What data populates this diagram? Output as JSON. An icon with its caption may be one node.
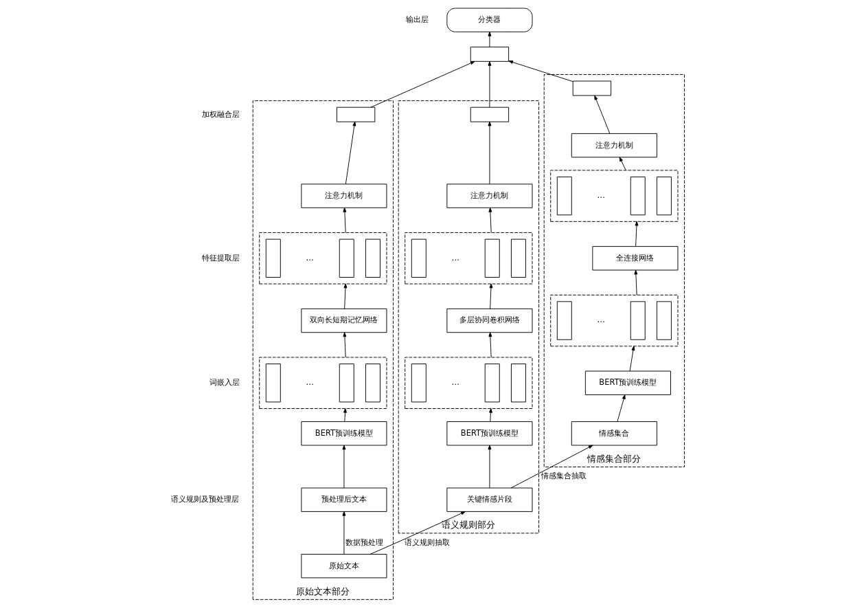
{
  "diagram": {
    "nodes": [
      {
        "text": [
          "分类器"
        ]
      },
      {
        "text": [],
        "shape": "box"
      },
      {
        "text": [
          "原始文本部分"
        ]
      },
      {
        "text": [],
        "shape": "box",
        "in": 2
      },
      {
        "text": [
          "注意力机制"
        ],
        "in": 2
      },
      {
        "text": [],
        "shape": "box",
        "in": 2
      },
      {
        "text": [],
        "shape": "bar",
        "in": 5
      },
      {
        "text": [],
        "shape": "bar",
        "in": 5
      },
      {
        "text": [],
        "shape": "bar",
        "in": 5
      },
      {
        "text": [
          "双向长短期记忆网络"
        ],
        "in": 2
      },
      {
        "text": [],
        "shape": "box",
        "in": 2
      },
      {
        "text": [],
        "shape": "bar",
        "in": 10
      },
      {
        "text": [],
        "shape": "bar",
        "in": 10
      },
      {
        "text": [],
        "shape": "bar",
        "in": 10
      },
      {
        "text": [
          "BERT预训练模型"
        ],
        "in": 2
      },
      {
        "text": [
          "预处理后文本"
        ],
        "in": 2
      },
      {
        "text": [
          "原始文本"
        ],
        "in": 2
      },
      {
        "text": [
          "语义规则部分"
        ]
      },
      {
        "text": [],
        "shape": "box",
        "in": 17
      },
      {
        "text": [
          "注意力机制"
        ],
        "in": 17
      },
      {
        "text": [],
        "shape": "box",
        "in": 17
      },
      {
        "text": [],
        "shape": "bar",
        "in": 20
      },
      {
        "text": [],
        "shape": "bar",
        "in": 20
      },
      {
        "text": [],
        "shape": "bar",
        "in": 20
      },
      {
        "text": [
          "多层协同卷积网络"
        ],
        "in": 17
      },
      {
        "text": [],
        "shape": "box",
        "in": 17
      },
      {
        "text": [],
        "shape": "bar",
        "in": 25
      },
      {
        "text": [],
        "shape": "bar",
        "in": 25
      },
      {
        "text": [],
        "shape": "bar",
        "in": 25
      },
      {
        "text": [
          "BERT预训练模型"
        ],
        "in": 17
      },
      {
        "text": [
          "关键情感片段"
        ],
        "in": 17
      },
      {
        "text": [
          "情感集合部分"
        ]
      },
      {
        "text": [],
        "shape": "box",
        "in": 31
      },
      {
        "text": [
          "注意力机制"
        ],
        "in": 31
      },
      {
        "text": [],
        "shape": "box",
        "in": 31
      },
      {
        "text": [],
        "shape": "bar",
        "in": 34
      },
      {
        "text": [],
        "shape": "bar",
        "in": 34
      },
      {
        "text": [],
        "shape": "bar",
        "in": 34
      },
      {
        "text": [
          "全连接网络"
        ],
        "in": 31
      },
      {
        "text": [],
        "shape": "box",
        "in": 31
      },
      {
        "text": [],
        "shape": "bar",
        "in": 39
      },
      {
        "text": [],
        "shape": "bar",
        "in": 39
      },
      {
        "text": [],
        "shape": "bar",
        "in": 39
      },
      {
        "text": [
          "BERT预训练模型"
        ],
        "in": 31
      },
      {
        "text": [
          "情感集合"
        ],
        "in": 31
      }
    ],
    "edges": [
      {
        "from": 1,
        "to": 0,
        "arrow": "to"
      },
      {
        "from": 3,
        "to": 1,
        "arrow": "to"
      },
      {
        "from": 18,
        "to": 1,
        "arrow": "to"
      },
      {
        "from": 32,
        "to": 1,
        "arrow": "to"
      },
      {
        "from": 4,
        "to": 3,
        "arrow": "to"
      },
      {
        "from": 5,
        "to": 4,
        "arrow": "to"
      },
      {
        "from": 9,
        "to": 5,
        "arrow": "to"
      },
      {
        "from": 10,
        "to": 9,
        "arrow": "to"
      },
      {
        "from": 14,
        "to": 10,
        "arrow": "to"
      },
      {
        "from": 15,
        "to": 14,
        "arrow": "to"
      },
      {
        "from": 16,
        "to": 15,
        "arrow": "to",
        "label": "数据预处理"
      },
      {
        "from": 19,
        "to": 18,
        "arrow": "to"
      },
      {
        "from": 20,
        "to": 19,
        "arrow": "to"
      },
      {
        "from": 24,
        "to": 20,
        "arrow": "to"
      },
      {
        "from": 25,
        "to": 24,
        "arrow": "to"
      },
      {
        "from": 29,
        "to": 25,
        "arrow": "to"
      },
      {
        "from": 30,
        "to": 29,
        "arrow": "to"
      },
      {
        "from": 16,
        "to": 30,
        "arrow": "to",
        "label": "语义规则抽取"
      },
      {
        "from": 33,
        "to": 32,
        "arrow": "to"
      },
      {
        "from": 34,
        "to": 33,
        "arrow": "to"
      },
      {
        "from": 38,
        "to": 34,
        "arrow": "to"
      },
      {
        "from": 39,
        "to": 38,
        "arrow": "to"
      },
      {
        "from": 43,
        "to": 39,
        "arrow": "to"
      },
      {
        "from": 44,
        "to": 43,
        "arrow": "to"
      },
      {
        "from": 30,
        "to": 44,
        "arrow": "to",
        "label": "情感集合抽取"
      }
    ],
    "labels": [
      "输出层",
      "加权融合层",
      "特征提取层",
      "…",
      "…",
      "…",
      "词嵌入层",
      "…",
      "…",
      "…",
      "语义规则及预处理层"
    ]
  }
}
